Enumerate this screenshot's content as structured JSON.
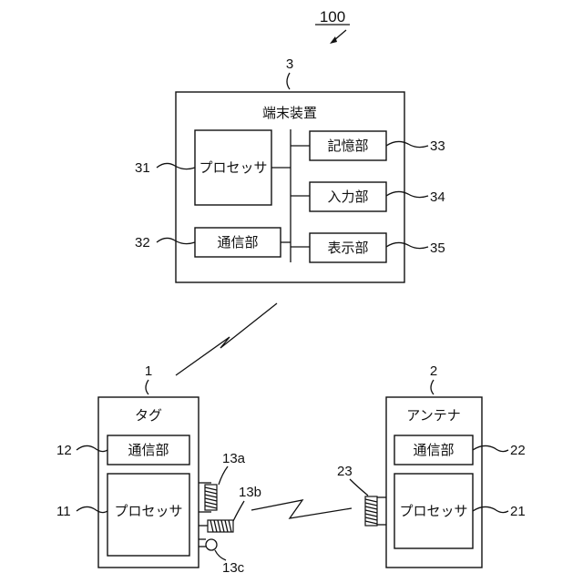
{
  "figure_ref": "100",
  "terminal": {
    "ref": "3",
    "title": "端末装置",
    "processor": {
      "label": "プロセッサ",
      "ref": "31"
    },
    "comm": {
      "label": "通信部",
      "ref": "32"
    },
    "storage": {
      "label": "記憶部",
      "ref": "33"
    },
    "input": {
      "label": "入力部",
      "ref": "34"
    },
    "display": {
      "label": "表示部",
      "ref": "35"
    }
  },
  "tag": {
    "ref": "1",
    "title": "タグ",
    "comm": {
      "label": "通信部",
      "ref": "12"
    },
    "processor": {
      "label": "プロセッサ",
      "ref": "11"
    },
    "coil_a_ref": "13a",
    "coil_b_ref": "13b",
    "coil_c_ref": "13c"
  },
  "antenna": {
    "ref": "2",
    "title": "アンテナ",
    "comm": {
      "label": "通信部",
      "ref": "22"
    },
    "processor": {
      "label": "プロセッサ",
      "ref": "21"
    },
    "coil_ref": "23"
  }
}
